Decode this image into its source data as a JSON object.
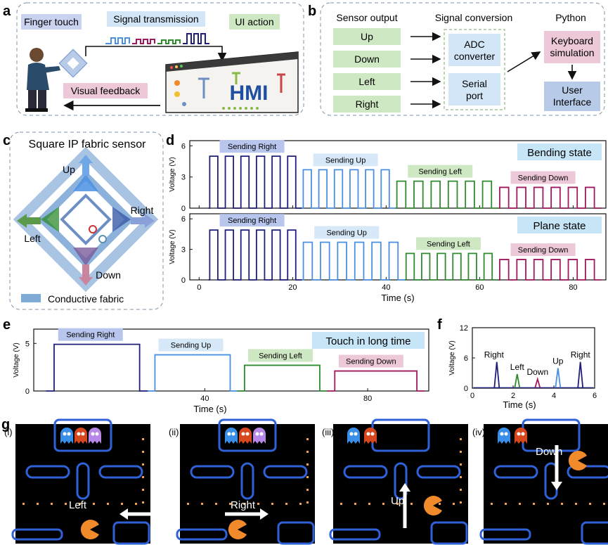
{
  "panel_letters": {
    "a": "a",
    "b": "b",
    "c": "c",
    "d": "d",
    "e": "e",
    "f": "f",
    "g": "g"
  },
  "panel_a": {
    "finger_touch": "Finger touch",
    "signal_transmission": "Signal transmission",
    "ui_action": "UI action",
    "visual_feedback": "Visual feedback",
    "hmi": "HMI"
  },
  "panel_b": {
    "col1": "Sensor output",
    "col2": "Signal conversion",
    "col3": "Python",
    "outputs": [
      "Up",
      "Down",
      "Left",
      "Right"
    ],
    "adc_line1": "ADC",
    "adc_line2": "converter",
    "serial_line1": "Serial",
    "serial_line2": "port",
    "kbd_line1": "Keyboard",
    "kbd_line2": "simulation",
    "ui_line1": "User",
    "ui_line2": "Interface"
  },
  "panel_c": {
    "title": "Square IP fabric sensor",
    "up": "Up",
    "down": "Down",
    "left": "Left",
    "right": "Right",
    "legend": "Conductive fabric"
  },
  "colors": {
    "right": "#1f1f7a",
    "up": "#4a90e2",
    "left": "#2e8b2e",
    "down": "#a0195e",
    "label_right": "#b8c6ee",
    "label_up": "#d7e8f8",
    "label_left": "#cfe8c4",
    "label_down": "#ecc8d8",
    "state_label": "#c6e6f7",
    "box_green": "#cfe8c4",
    "box_blue": "#d3e6f8",
    "box_pink": "#ecc8d8",
    "fabric": "#7faad8"
  },
  "chart_data": [
    {
      "type": "line",
      "panel": "d-top",
      "annotation": "Bending state",
      "ylabel": "Voltage (V)",
      "ylim": [
        0,
        6.5
      ],
      "yticks": [
        0,
        3,
        6
      ],
      "xlim": [
        -2,
        87
      ],
      "xticks": [
        0,
        20,
        40,
        60,
        80
      ],
      "series": [
        {
          "name": "Sending Right",
          "x_start": 2,
          "x_end": 22,
          "pulses": 6,
          "amplitude": 5
        },
        {
          "name": "Sending Up",
          "x_start": 22,
          "x_end": 42,
          "pulses": 6,
          "amplitude": 3.7
        },
        {
          "name": "Sending Left",
          "x_start": 42,
          "x_end": 64,
          "pulses": 6,
          "amplitude": 2.6
        },
        {
          "name": "Sending Down",
          "x_start": 64,
          "x_end": 86,
          "pulses": 6,
          "amplitude": 2.0
        }
      ]
    },
    {
      "type": "line",
      "panel": "d-bottom",
      "annotation": "Plane state",
      "xlabel": "Time (s)",
      "ylabel": "Voltage (V)",
      "ylim": [
        0,
        6.5
      ],
      "yticks": [
        0,
        3,
        6
      ],
      "xlim": [
        -2,
        87
      ],
      "xticks": [
        0,
        20,
        40,
        60,
        80
      ],
      "series": [
        {
          "name": "Sending Right",
          "x_start": 2,
          "x_end": 22,
          "pulses": 6,
          "amplitude": 4.9
        },
        {
          "name": "Sending Up",
          "x_start": 22,
          "x_end": 44,
          "pulses": 6,
          "amplitude": 3.7
        },
        {
          "name": "Sending Left",
          "x_start": 44,
          "x_end": 64,
          "pulses": 6,
          "amplitude": 2.6
        },
        {
          "name": "Sending Down",
          "x_start": 64,
          "x_end": 86,
          "pulses": 6,
          "amplitude": 2.0
        }
      ]
    },
    {
      "type": "line",
      "panel": "e",
      "annotation": "Touch in long time",
      "xlabel": "Time (s)",
      "ylabel": "Voltage (V)",
      "ylim": [
        0,
        6.5
      ],
      "yticks": [
        0,
        5
      ],
      "xlim": [
        -2,
        95
      ],
      "xticks": [
        40,
        80
      ],
      "series": [
        {
          "name": "Sending Right",
          "x_start": 1,
          "x_end": 26,
          "pulses": 1,
          "amplitude": 4.9
        },
        {
          "name": "Sending Up",
          "x_start": 26,
          "x_end": 48,
          "pulses": 1,
          "amplitude": 3.8
        },
        {
          "name": "Sending Left",
          "x_start": 48,
          "x_end": 70,
          "pulses": 1,
          "amplitude": 2.7
        },
        {
          "name": "Sending Down",
          "x_start": 70,
          "x_end": 94,
          "pulses": 1,
          "amplitude": 2.1
        }
      ]
    },
    {
      "type": "line",
      "panel": "f",
      "xlabel": "Time (s)",
      "ylabel": "Voltage (V)",
      "ylim": [
        0,
        12
      ],
      "yticks": [
        0,
        6,
        12
      ],
      "xlim": [
        0,
        6
      ],
      "xticks": [
        0,
        2,
        4,
        6
      ],
      "peaks": [
        {
          "name": "Right",
          "x": 1.2,
          "y": 5.2,
          "color": "#1f1f7a"
        },
        {
          "name": "Left",
          "x": 2.2,
          "y": 2.8,
          "color": "#2e8b2e"
        },
        {
          "name": "Down",
          "x": 3.2,
          "y": 1.8,
          "color": "#a0195e"
        },
        {
          "name": "Up",
          "x": 4.2,
          "y": 4.0,
          "color": "#4a90e2"
        },
        {
          "name": "Right",
          "x": 5.3,
          "y": 5.2,
          "color": "#1f1f7a"
        }
      ]
    }
  ],
  "panel_g": {
    "subs": [
      "(i)",
      "(ii)",
      "(iii)",
      "(iv)"
    ],
    "labels": [
      "Left",
      "Right",
      "Up",
      "Down"
    ]
  }
}
